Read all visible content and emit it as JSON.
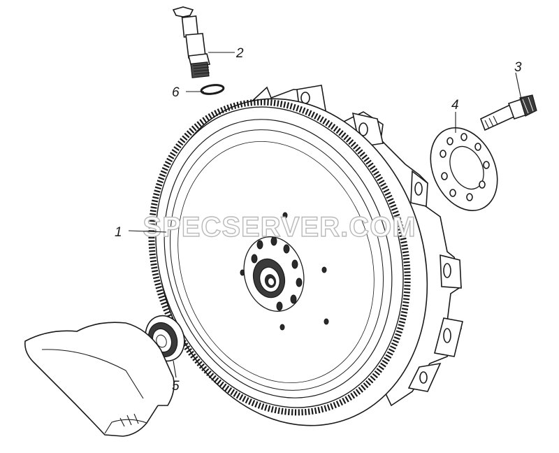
{
  "watermark": "SPECSERVER.COM",
  "callouts": {
    "c1": "1",
    "c2": "2",
    "c3": "3",
    "c4": "4",
    "c5": "5",
    "c6": "6"
  },
  "colors": {
    "line": "#1a1a1a",
    "watermark_stroke": "#b9b9b9",
    "background": "#ffffff"
  }
}
